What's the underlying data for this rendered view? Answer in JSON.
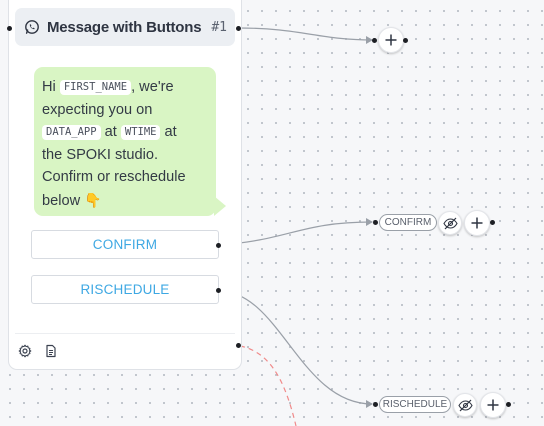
{
  "node": {
    "title": "Message with Buttons",
    "index": "#1",
    "message": {
      "line1_pre": "Hi ",
      "var_first_name": "FIRST_NAME",
      "line1_post": ", we're",
      "line2": "expecting you on",
      "var_data_app": "DATA_APP",
      "word_at_1": "at",
      "var_wtime": "WTIME",
      "word_at_2": "at",
      "line4": "the SPOKI studio.",
      "line5": "Confirm or reschedule",
      "line6": "below",
      "emoji": "👇"
    },
    "buttons": [
      {
        "label": "CONFIRM"
      },
      {
        "label": "RISCHEDULE"
      }
    ]
  },
  "branches": {
    "confirm_label": "CONFIRM",
    "reschedule_label": "RISCHEDULE"
  },
  "colors": {
    "bubble": "#d9f5c4",
    "button_text": "#3ea8e3",
    "edge": "#9aa0a8",
    "dashed_edge": "#f08a8a"
  },
  "icons": {
    "header": "whatsapp-icon",
    "footer": [
      "gear-icon",
      "document-icon"
    ],
    "branch": [
      "eye-off-icon",
      "plus-icon"
    ]
  }
}
